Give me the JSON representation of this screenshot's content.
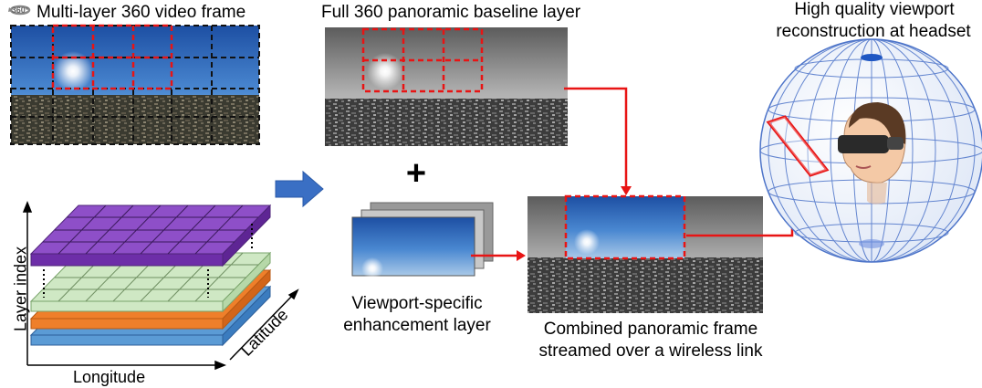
{
  "icon": {
    "badge": "360°",
    "name": "360-rotate-icon"
  },
  "labels": {
    "multilayer_frame": "Multi-layer 360 video frame",
    "baseline_layer": "Full 360 panoramic baseline layer",
    "viewport_title_line1": "High quality viewport",
    "viewport_title_line2": "reconstruction at headset",
    "enhancement_line1": "Viewport-specific",
    "enhancement_line2": "enhancement layer",
    "combined_line1": "Combined panoramic frame",
    "combined_line2": "streamed over a wireless link",
    "plus": "+",
    "axis_layer_index": "Layer index",
    "axis_latitude": "Latitude",
    "axis_longitude": "Longitude"
  },
  "colors": {
    "highlight": "#e81414",
    "arrow_blue": "#3a6fc4",
    "layer_purple": "#8e4fc8",
    "layer_green": "#cfe8c4",
    "layer_orange": "#ef7f2a",
    "layer_blue": "#5b9bd5",
    "sphere_line": "#4d74c9"
  }
}
